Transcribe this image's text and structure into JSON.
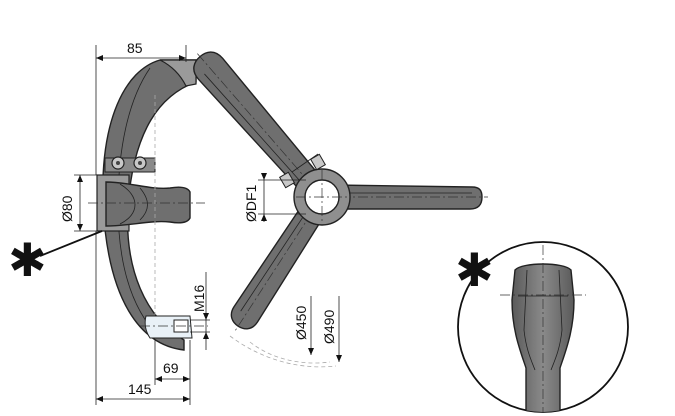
{
  "dimensions": {
    "width_top": "85",
    "bore": "Ø80",
    "thread": "M16",
    "offset": "69",
    "width_total": "145",
    "df": "ØDF1",
    "d_inner": "Ø450",
    "d_outer": "Ø490"
  },
  "marker": "✱",
  "colors": {
    "metal": "#6f6f6f",
    "metal_light": "#9a9a9a",
    "outline": "#222222"
  }
}
